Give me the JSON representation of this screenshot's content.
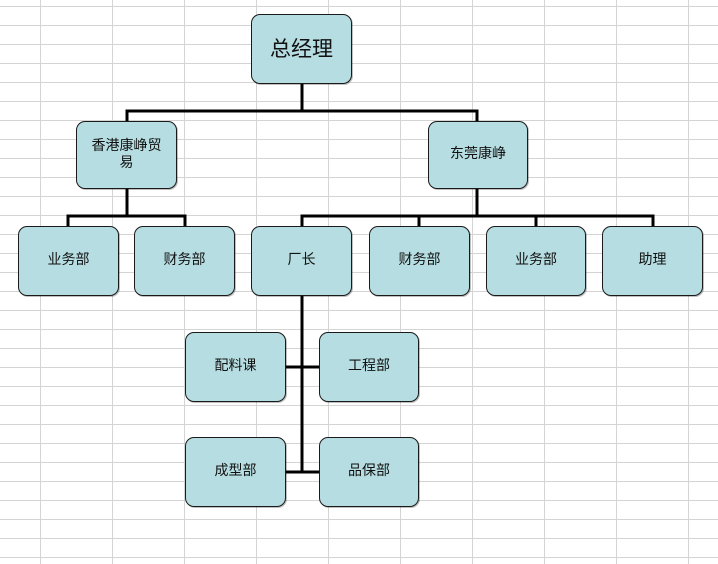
{
  "colors": {
    "node_fill": "#b6dde1",
    "node_border": "#1a1a1a",
    "connector": "#000000",
    "grid": "#d4d4d4"
  },
  "org": {
    "root": "总经理",
    "hk": {
      "label": "香港康峥贸易",
      "children": [
        "业务部",
        "财务部"
      ]
    },
    "dg": {
      "label": "东莞康峥",
      "children": [
        "厂长",
        "财务部",
        "业务部",
        "助理"
      ]
    },
    "factory": {
      "children": [
        "配料课",
        "工程部",
        "成型部",
        "品保部"
      ]
    }
  }
}
